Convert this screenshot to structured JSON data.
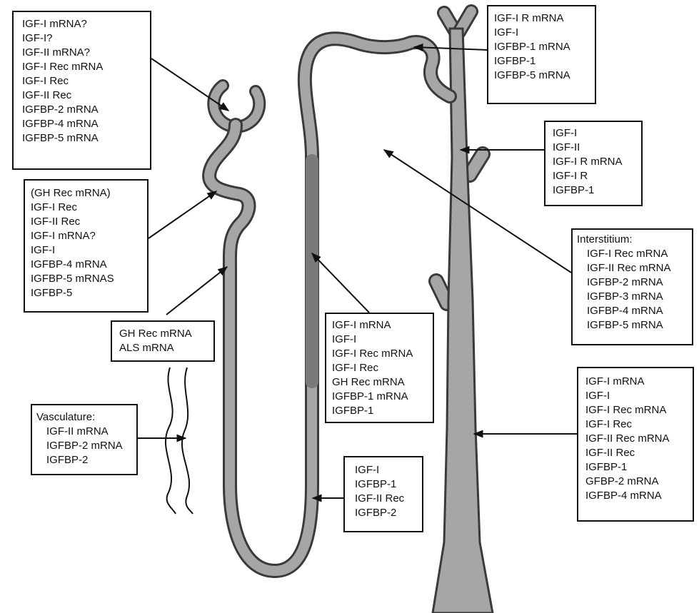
{
  "boxes": {
    "glomerulus": [
      "IGF-I mRNA?",
      "IGF-I?",
      "IGF-II mRNA?",
      "IGF-I Rec mRNA",
      "IGF-I Rec",
      "IGF-II Rec",
      "IGFBP-2 mRNA",
      "IGFBP-4 mRNA",
      "IGFBP-5 mRNA"
    ],
    "proximal_tubule": [
      "(GH Rec mRNA)",
      "IGF-I Rec",
      "IGF-II Rec",
      "IGF-I mRNA?",
      "IGF-I",
      "IGFBP-4 mRNA",
      "IGFBP-5 mRNAS",
      "IGFBP-5"
    ],
    "straight_segment": [
      "GH Rec mRNA",
      "ALS mRNA"
    ],
    "vasculature": [
      "Vasculature:",
      "IGF-II mRNA",
      "IGFBP-2 mRNA",
      "IGFBP-2"
    ],
    "thick_ascending_limb": [
      "IGF-I mRNA",
      "IGF-I",
      "IGF-I Rec mRNA",
      "IGF-I Rec",
      "GH Rec mRNA",
      "IGFBP-1 mRNA",
      "IGFBP-1"
    ],
    "thin_limb": [
      "IGF-I",
      "IGFBP-1",
      "IGF-II Rec",
      "IGFBP-2"
    ],
    "distal_tubule": [
      "IGF-I R mRNA",
      "IGF-I",
      "IGFBP-1 mRNA",
      "IGFBP-1",
      "IGFBP-5 mRNA"
    ],
    "cortical_collecting_duct": [
      "IGF-I",
      "IGF-II",
      "IGF-I R mRNA",
      "IGF-I R",
      "IGFBP-1"
    ],
    "interstitium": [
      "Interstitium:",
      "IGF-I Rec mRNA",
      "IGF-II Rec mRNA",
      "IGFBP-2 mRNA",
      "IGFBP-3 mRNA",
      "IGFBP-4 mRNA",
      "IGFBP-5 mRNA"
    ],
    "medullary_collecting_duct": [
      "IGF-I mRNA",
      "IGF-I",
      "IGF-I Rec mRNA",
      "IGF-I Rec",
      "IGF-II Rec mRNA",
      "IGF-II Rec",
      "IGFBP-1",
      "GFBP-2 mRNA",
      "IGFBP-4 mRNA"
    ]
  },
  "colors": {
    "tubule_fill": "#a6a6a6",
    "tubule_outline": "#3a3a3a",
    "dark_segment": "#7a7a7a",
    "line": "#111111"
  }
}
